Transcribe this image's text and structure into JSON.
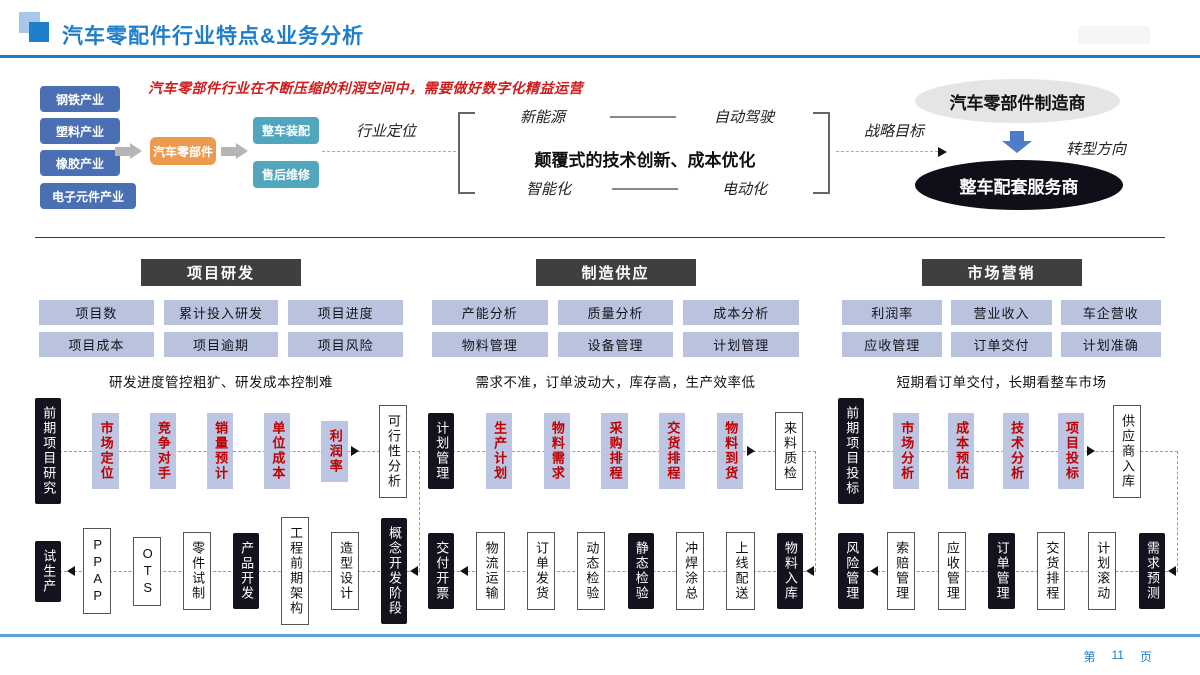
{
  "slide": {
    "title": "汽车零配件行业特点&业务分析",
    "note": "汽车零部件行业在不断压缩的利润空间中，需要做好数字化精益运营",
    "page": {
      "prefix": "第",
      "number": "11",
      "suffix": "页"
    }
  },
  "colors": {
    "accent_blue": "#1b7cc5",
    "chain_blue": "#4a70b3",
    "chain_orange": "#ee9a4e",
    "chain_teal": "#4fa6bd",
    "metric_bg": "#b9c3de",
    "header_bg": "#3f3f3f",
    "dark_box": "#13131f",
    "red_text": "#c00000"
  },
  "chain": {
    "inputs": [
      "钢铁产业",
      "塑料产业",
      "橡胶产业",
      "电子元件产业"
    ],
    "center": "汽车零部件",
    "outputs": [
      "整车装配",
      "售后维修"
    ]
  },
  "positioning": {
    "label": "行业定位",
    "top_left": "新能源",
    "top_right": "自动驾驶",
    "bottom_left": "智能化",
    "bottom_right": "电动化",
    "center": "颠覆式的技术创新、成本优化"
  },
  "strategy": {
    "label": "战略目标",
    "manufacturer": "汽车零部件制造商",
    "direction": "转型方向",
    "service": "整车配套服务商"
  },
  "columns": [
    {
      "header": "项目研发",
      "metrics": [
        [
          "项目数",
          "累计投入研发",
          "项目进度"
        ],
        [
          "项目成本",
          "项目逾期",
          "项目风险"
        ]
      ],
      "caption": "研发进度管控粗犷、研发成本控制难",
      "flow_top": [
        "前期项目研究",
        "市场定位",
        "竞争对手",
        "销量预计",
        "单位成本",
        "利润率",
        "可行性分析"
      ],
      "flow_bottom": [
        "试生产",
        "PPAP",
        "OTS",
        "零件试制",
        "产品开发",
        "工程前期架构",
        "造型设计",
        "概念开发阶段"
      ]
    },
    {
      "header": "制造供应",
      "metrics": [
        [
          "产能分析",
          "质量分析",
          "成本分析"
        ],
        [
          "物料管理",
          "设备管理",
          "计划管理"
        ]
      ],
      "caption": "需求不准，订单波动大，库存高，生产效率低",
      "flow_top": [
        "计划管理",
        "生产计划",
        "物料需求",
        "采购排程",
        "交货排程",
        "物料到货",
        "来料质检"
      ],
      "flow_bottom": [
        "交付开票",
        "物流运输",
        "订单发货",
        "动态检验",
        "静态检验",
        "冲焊涂总",
        "上线配送",
        "物料入库"
      ]
    },
    {
      "header": "市场营销",
      "metrics": [
        [
          "利润率",
          "营业收入",
          "车企营收"
        ],
        [
          "应收管理",
          "订单交付",
          "计划准确"
        ]
      ],
      "caption": "短期看订单交付，长期看整车市场",
      "flow_top": [
        "前期项目投标",
        "市场分析",
        "成本预估",
        "技术分析",
        "项目投标",
        "供应商入库"
      ],
      "flow_bottom": [
        "风险管理",
        "索赔管理",
        "应收管理",
        "订单管理",
        "交货排程",
        "计划滚动",
        "需求预测"
      ]
    }
  ]
}
